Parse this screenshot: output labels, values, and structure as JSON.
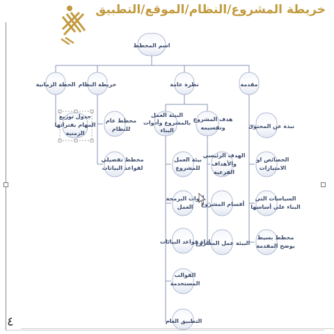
{
  "page": {
    "title": "خريطة المشروع/النظام/الموقع/التطبيق",
    "page_number": "٤"
  },
  "diagram": {
    "root": "اسم المخطط",
    "branches": {
      "timeline": "الخطة الزمانية",
      "system_map": "خريطة النظام",
      "overview": "نظرة عامة",
      "intro": "مقدمة"
    },
    "timeline_child": [
      "جدول توزيع",
      "المهام بفتراتها",
      "الزمنية"
    ],
    "system_children": {
      "general": [
        "مخطط عام",
        "للنظام"
      ],
      "detailed": [
        "مخطط تفصيلي",
        "لقواعد البيانات"
      ]
    },
    "overview_children": {
      "environment": [
        "البيئة العمل",
        "بالمشروع وأدوات",
        "البناء"
      ],
      "goal": [
        "هدف المشروع",
        "وتقسيمه"
      ]
    },
    "environment_children": {
      "work_env": [
        "بيئة العمل",
        "للمشروع"
      ],
      "tools": [
        "أدوات البرمجة",
        "العمل"
      ],
      "db_tools": [
        "اداة قواعد البيانات"
      ],
      "templates": [
        "القوالب",
        "المستخدمة"
      ],
      "app": [
        "التطبيق العام"
      ]
    },
    "goal_children": {
      "main_goal": [
        "الهدف الرئيسي",
        "والأهداف",
        "الفرعية"
      ],
      "sections": [
        "أقسام المشروع"
      ],
      "work_tree": [
        "البيئة عمل المشروع"
      ]
    },
    "intro_children": {
      "about": [
        "نبذة عن المحتوى"
      ],
      "features": [
        "الخصائص او",
        "الامتيازات"
      ],
      "policies": [
        "السياسات التي",
        "البناء على أساسها"
      ],
      "plan": [
        "مخطط بسيط",
        "يوضح المقدمة"
      ]
    }
  }
}
